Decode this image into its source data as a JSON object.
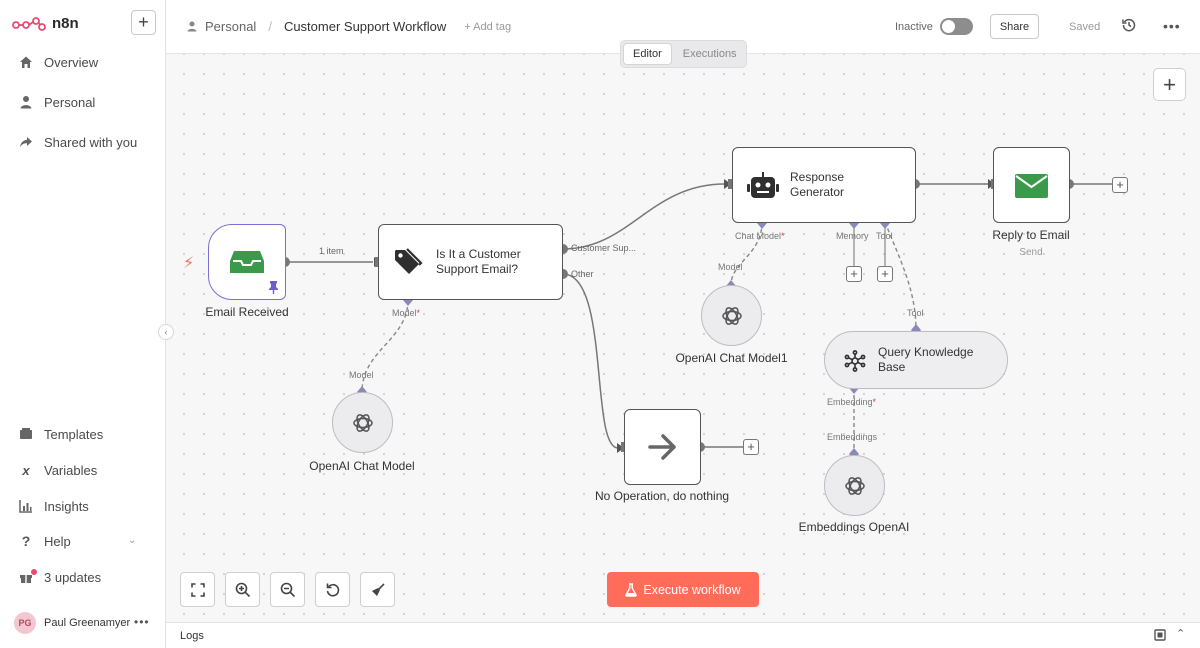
{
  "app": {
    "name": "n8n"
  },
  "sidebar": {
    "add_label": "+",
    "items": [
      {
        "label": "Overview",
        "icon": "home-icon"
      },
      {
        "label": "Personal",
        "icon": "user-icon"
      },
      {
        "label": "Shared with you",
        "icon": "share-icon"
      },
      {
        "label": "Templates",
        "icon": "templates-icon"
      },
      {
        "label": "Variables",
        "icon": "variables-icon"
      },
      {
        "label": "Insights",
        "icon": "insights-icon"
      },
      {
        "label": "Help",
        "icon": "help-icon"
      },
      {
        "label": "3 updates",
        "icon": "gift-icon"
      }
    ],
    "user": {
      "initials": "PG",
      "name": "Paul Greenamyer"
    }
  },
  "header": {
    "breadcrumb_project": "Personal",
    "workflow_title": "Customer Support Workflow",
    "add_tag": "+ Add tag",
    "status_label": "Inactive",
    "share_label": "Share",
    "saved_label": "Saved"
  },
  "tabs": [
    {
      "label": "Editor",
      "active": true
    },
    {
      "label": "Executions",
      "active": false
    }
  ],
  "nodes": {
    "email_received": {
      "label": "Email Received"
    },
    "is_support": {
      "label_line1": "Is It a Customer",
      "label_line2": "Support Email?"
    },
    "response_gen": {
      "label_line1": "Response",
      "label_line2": "Generator"
    },
    "reply_email": {
      "label": "Reply to Email",
      "sublabel": "Send"
    },
    "noop": {
      "label": "No Operation, do nothing"
    },
    "openai_chat_model": {
      "label": "OpenAI Chat Model"
    },
    "openai_chat_model1": {
      "label": "OpenAI Chat Model1"
    },
    "query_kb": {
      "label_line1": "Query Knowledge",
      "label_line2": "Base"
    },
    "embeddings": {
      "label": "Embeddings OpenAI"
    }
  },
  "edge_labels": {
    "one_item": "1 item",
    "customer_sup": "Customer Sup...",
    "other": "Other"
  },
  "port_labels": {
    "model_req": "Model",
    "model": "Model",
    "chat_model_req": "Chat Model",
    "model2": "Model",
    "memory": "Memory",
    "tool": "Tool",
    "tool2": "Tool",
    "embedding_req": "Embedding",
    "embeddings": "Embeddings"
  },
  "controls": {
    "execute_label": "Execute workflow"
  },
  "logs": {
    "label": "Logs"
  },
  "colors": {
    "accent": "#ff6d5a",
    "port": "#8a8ab8",
    "email_green": "#3a9a4a",
    "trigger_border": "#7b6fd1"
  }
}
